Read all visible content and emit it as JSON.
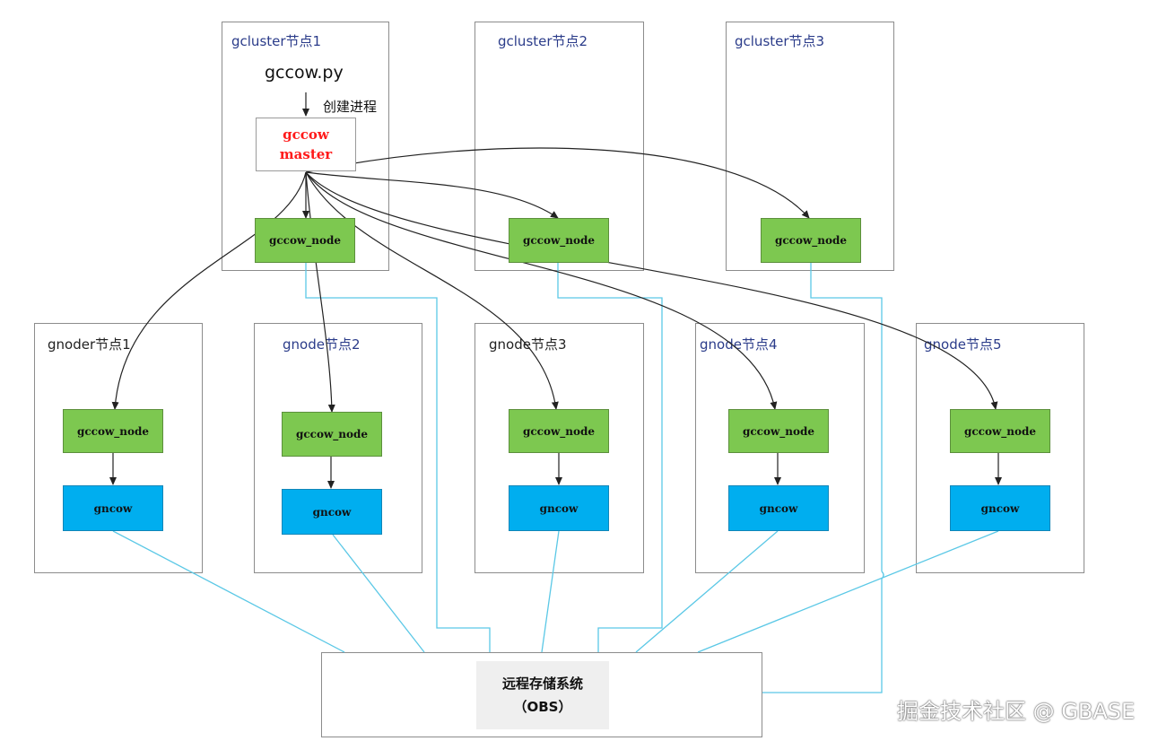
{
  "clusters": [
    {
      "label": "gcluster节点1"
    },
    {
      "label": "gcluster节点2"
    },
    {
      "label": "gcluster节点3"
    }
  ],
  "gnodes": [
    {
      "label": "gnoder节点1"
    },
    {
      "label": "gnode节点2"
    },
    {
      "label": "gnode节点3"
    },
    {
      "label": "gnode节点4"
    },
    {
      "label": "gnode节点5"
    }
  ],
  "script_label": "gccow.py",
  "create_process_label": "创建进程",
  "master": {
    "line1": "gccow",
    "line2": "master"
  },
  "gccow_node_label": "gccow_node",
  "gncow_label": "gncow",
  "storage": {
    "line1": "远程存储系统",
    "line2": "（OBS）"
  },
  "watermark": "掘金技术社区 @ GBASE",
  "colors": {
    "green": "#7dc850",
    "blue": "#00aeef",
    "link": "#5bc8e6",
    "master_text": "#ff1a1a"
  }
}
